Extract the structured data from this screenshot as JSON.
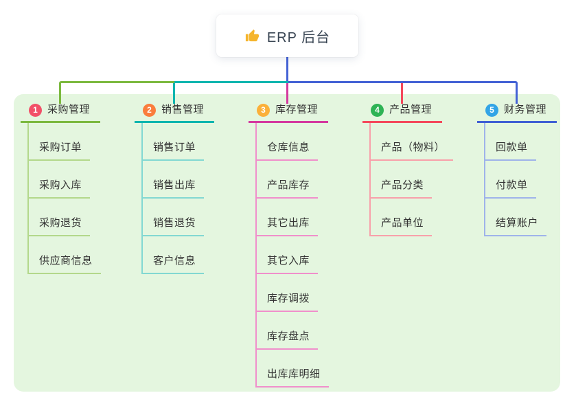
{
  "root": {
    "label": "ERP 后台",
    "icon": "thumbs-up-icon"
  },
  "branches": [
    {
      "num": "1",
      "label": "采购管理",
      "badge_color": "#f25068",
      "line_color": "#7cb93f",
      "child_line_color": "#b3d88b",
      "children": [
        "采购订单",
        "采购入库",
        "采购退货",
        "供应商信息"
      ]
    },
    {
      "num": "2",
      "label": "销售管理",
      "badge_color": "#fa7d3c",
      "line_color": "#0fb5af",
      "child_line_color": "#82d8d2",
      "children": [
        "销售订单",
        "销售出库",
        "销售退货",
        "客户信息"
      ]
    },
    {
      "num": "3",
      "label": "库存管理",
      "badge_color": "#fbb03a",
      "line_color": "#d4399f",
      "child_line_color": "#f08fcb",
      "children": [
        "仓库信息",
        "产品库存",
        "其它出库",
        "其它入库",
        "库存调拨",
        "库存盘点",
        "出库库明细"
      ]
    },
    {
      "num": "4",
      "label": "产品管理",
      "badge_color": "#2eb355",
      "line_color": "#f4495c",
      "child_line_color": "#f8a0aa",
      "children": [
        "产品（物料）",
        "产品分类",
        "产品单位"
      ]
    },
    {
      "num": "5",
      "label": "财务管理",
      "badge_color": "#32a4e6",
      "line_color": "#4060d4",
      "child_line_color": "#9fb3ea",
      "children": [
        "回款单",
        "付款单",
        "结算账户"
      ]
    }
  ],
  "colors": {
    "canvas_background": "#e4f6df",
    "root_connector_blue": "#4462d5",
    "icon_gold": "#f5b52e",
    "text": "#333333",
    "root_text": "#3a4654"
  }
}
